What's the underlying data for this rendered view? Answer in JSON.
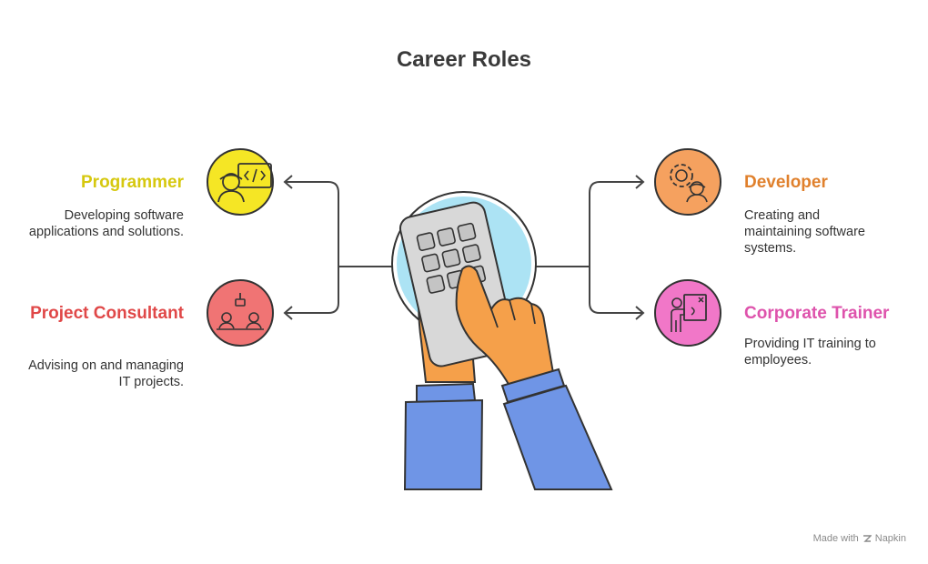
{
  "title": "Career Roles",
  "roles": [
    {
      "name": "Programmer",
      "description": "Developing software applications and solutions.",
      "color": "#f5e625",
      "text_color": "#d6c80f",
      "icon": "programmer-code-icon"
    },
    {
      "name": "Project Consultant",
      "description": "Advising on and managing IT projects.",
      "color": "#f07474",
      "text_color": "#e04848",
      "icon": "consultant-meeting-icon"
    },
    {
      "name": "Developer",
      "description": "Creating and maintaining software systems.",
      "color": "#f5a15f",
      "text_color": "#e0802c",
      "icon": "developer-gear-icon"
    },
    {
      "name": "Corporate Trainer",
      "description": "Providing IT training to employees.",
      "color": "#f177c8",
      "text_color": "#de53ac",
      "icon": "trainer-board-icon"
    }
  ],
  "center_icon": "hand-calculator-icon",
  "footer": {
    "label": "Made with",
    "brand": "Napkin"
  }
}
